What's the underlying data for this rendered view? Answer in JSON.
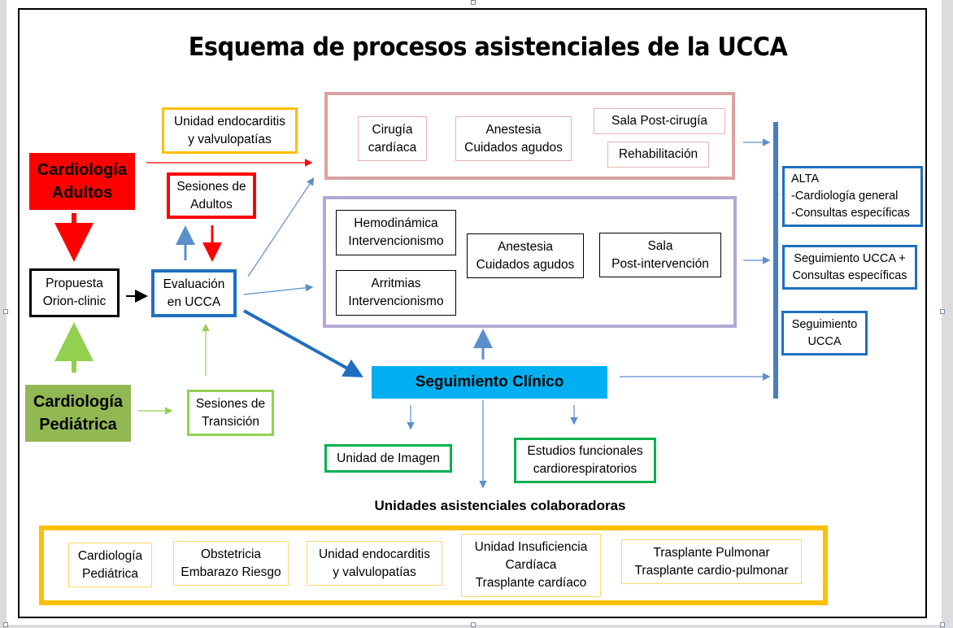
{
  "title": "Esquema de procesos asistenciales de la UCCA",
  "sources": {
    "adultos": "Cardiología\nAdultos",
    "pediatrica": "Cardiología\nPediátrica"
  },
  "nodes": {
    "propuesta": "Propuesta\nOrion-clinic",
    "evaluacion": "Evaluación\nen UCCA",
    "sesiones_adultos": "Sesiones de\nAdultos",
    "sesiones_transicion": "Sesiones de\nTransición",
    "endocarditis_top": "Unidad endocarditis\ny valvulopatías",
    "seguimiento_clinico": "Seguimiento Clínico",
    "unidad_imagen": "Unidad de Imagen",
    "estudios_funcionales": "Estudios funcionales\ncardiorespiratorios"
  },
  "surgery_group": {
    "items": [
      "Cirugía\ncardíaca",
      "Anestesia\nCuidados agudos",
      "Sala Post-cirugía",
      "Rehabilitación"
    ]
  },
  "intervention_group": {
    "items": [
      "Hemodinámica\nIntervencionismo",
      "Arritmias\nIntervencionismo",
      "Anestesia\nCuidados agudos",
      "Sala\nPost-intervención"
    ]
  },
  "outcomes": [
    "ALTA\n-Cardiología general\n-Consultas específicas",
    "Seguimiento UCCA +\nConsultas específicas",
    "Seguimiento\nUCCA"
  ],
  "collaborating_units": {
    "title": "Unidades asistenciales colaboradoras",
    "items": [
      "Cardiología\nPediátrica",
      "Obstetricia\nEmbarazo Riesgo",
      "Unidad endocarditis\ny valvulopatías",
      "Unidad Insuficiencia\nCardíaca\nTrasplante cardíaco",
      "Trasplante Pulmonar\nTrasplante cardio-pulmonar"
    ]
  },
  "colors": {
    "red": "#ff0000",
    "green": "#92d050",
    "dark_green": "#00b050",
    "blue": "#1f6fbf",
    "cyan": "#00b0f0",
    "orange": "#ffc000",
    "rose": "#d9a1a1",
    "lavender": "#b4a7d6"
  }
}
